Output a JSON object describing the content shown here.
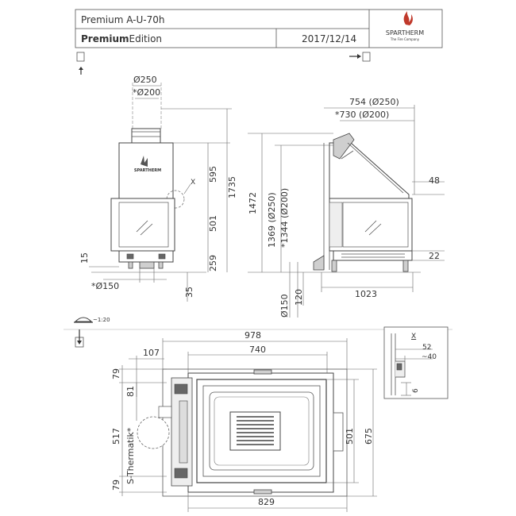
{
  "header": {
    "model": "Premium A-U-70h",
    "edition_bold": "Premium",
    "edition_rest": "Edition",
    "date": "2017/12/14",
    "logo_text": "SPARTHERM",
    "logo_tagline": "The Fire Company"
  },
  "front_view": {
    "brand_label": "SPARTHERM",
    "dims": {
      "d250": "Ø250",
      "d200": "*Ø200",
      "h595": "595",
      "h1735": "1735",
      "h501": "501",
      "h259": "259",
      "h15": "15",
      "d150": "*Ø150",
      "h35": "35",
      "detail": "X"
    }
  },
  "side_view": {
    "dims": {
      "top1": "754 (Ø250)",
      "top2": "*730 (Ø200)",
      "h1472": "1472",
      "h1369": "1369 (Ø250)",
      "h1344": "*1344 (Ø200)",
      "r48": "48",
      "r22": "22",
      "b150": "Ø150",
      "b120": "120",
      "b1023": "1023"
    }
  },
  "scale": "~1:20",
  "plan_view": {
    "dims": {
      "w978": "978",
      "w740": "740",
      "w107": "107",
      "l79a": "79",
      "l81": "81",
      "l517": "517",
      "l79b": "79",
      "thermatik": "S-Thermatik*",
      "r501": "501",
      "r675": "675",
      "w829": "829"
    }
  },
  "detail_view": {
    "dims": {
      "x": "X",
      "d52": "52",
      "d40": "~40",
      "d6": "6"
    }
  }
}
